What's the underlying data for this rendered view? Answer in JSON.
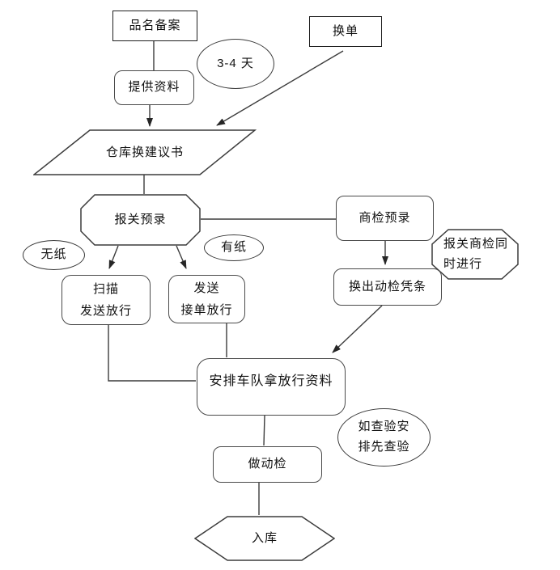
{
  "diagram": {
    "type": "flowchart",
    "language": "zh-CN",
    "background": "#ffffff",
    "stroke_color": "#3c3c3c",
    "text_color": "#111111",
    "nodes": {
      "pinming_beian": {
        "label": "品名备案",
        "shape": "rectangle"
      },
      "huan_dan": {
        "label": "换单",
        "shape": "rectangle"
      },
      "duration_note": {
        "label": "3-4 天",
        "shape": "ellipse"
      },
      "tigong_ziliao": {
        "label": "提供资料",
        "shape": "rounded-rectangle"
      },
      "cangku_huan_jianyishu": {
        "label": "仓库换建议书",
        "shape": "parallelogram"
      },
      "baoguan_yulu": {
        "label": "报关预录",
        "shape": "octagon"
      },
      "shangjian_yulu": {
        "label": "商检预录",
        "shape": "rounded-rectangle"
      },
      "tongshi_note": {
        "label": "报关商检同\n时进行",
        "shape": "octagon"
      },
      "wuzhi_note": {
        "label": "无纸",
        "shape": "ellipse"
      },
      "youzhi_note": {
        "label": "有纸",
        "shape": "ellipse"
      },
      "saomiao_fasong": {
        "label": "扫描\n发送放行",
        "shape": "rounded-rectangle"
      },
      "fasong_jiedan": {
        "label": "发送\n接单放行",
        "shape": "rounded-rectangle"
      },
      "huanchu_dongjian": {
        "label": "换出动检凭条",
        "shape": "rounded-rectangle"
      },
      "anpai_chedui": {
        "label": "安排车队拿放行资料",
        "shape": "rounded-rectangle"
      },
      "chayan_note": {
        "label": "如查验安\n排先查验",
        "shape": "ellipse"
      },
      "zuo_dongjian": {
        "label": "做动检",
        "shape": "rounded-rectangle"
      },
      "ru_ku": {
        "label": "入库",
        "shape": "hexagon"
      }
    },
    "connections": [
      {
        "from": "pinming_beian",
        "to": "tigong_ziliao",
        "arrow": false
      },
      {
        "from": "tigong_ziliao",
        "to": "cangku_huan_jianyishu",
        "arrow": true
      },
      {
        "from": "huan_dan",
        "to": "cangku_huan_jianyishu",
        "arrow": true
      },
      {
        "from": "cangku_huan_jianyishu",
        "to": "baoguan_yulu",
        "arrow": false
      },
      {
        "from": "baoguan_yulu",
        "to": "saomiao_fasong",
        "arrow": true
      },
      {
        "from": "baoguan_yulu",
        "to": "fasong_jiedan",
        "arrow": true
      },
      {
        "from": "baoguan_yulu",
        "to": "shangjian_yulu",
        "arrow": false
      },
      {
        "from": "shangjian_yulu",
        "to": "huanchu_dongjian",
        "arrow": true
      },
      {
        "from": "huanchu_dongjian",
        "to": "anpai_chedui",
        "arrow": true
      },
      {
        "from": "saomiao_fasong",
        "to": "anpai_chedui",
        "arrow": false
      },
      {
        "from": "fasong_jiedan",
        "to": "anpai_chedui",
        "arrow": false
      },
      {
        "from": "anpai_chedui",
        "to": "zuo_dongjian",
        "arrow": false
      },
      {
        "from": "zuo_dongjian",
        "to": "ru_ku",
        "arrow": false
      }
    ]
  }
}
